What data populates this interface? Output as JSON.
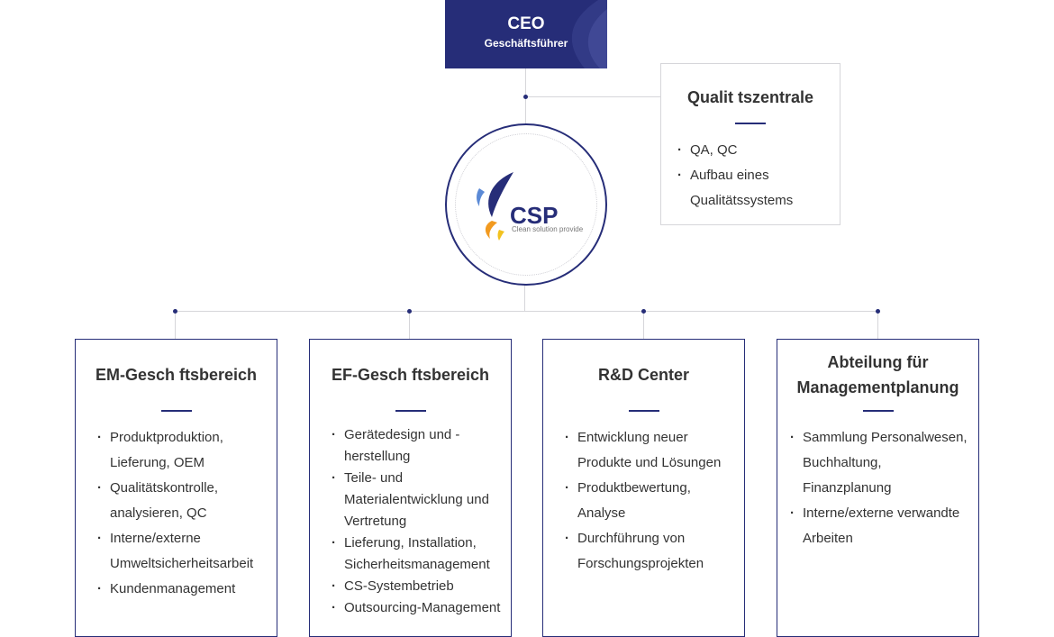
{
  "ceo": {
    "title": "CEO",
    "subtitle": "Geschäftsführer"
  },
  "quality": {
    "title": "Qualit tszentrale",
    "items": [
      "QA, QC",
      "Aufbau eines Qualitätssystems"
    ]
  },
  "logo": {
    "name": "CSP",
    "tagline": "Clean solution provide"
  },
  "departments": [
    {
      "title": "EM-Gesch ftsbereich",
      "items": [
        "Produktproduktion, Lieferung, OEM",
        "Qualitätskontrolle, analysieren, QC",
        "Interne/externe Umweltsicherheitsarbeit",
        "Kundenmanagement"
      ]
    },
    {
      "title": "EF-Gesch ftsbereich",
      "items": [
        "Gerätedesign und -herstellung",
        "Teile- und Materialentwicklung und Vertretung",
        "Lieferung, Installation, Sicherheitsmanagement",
        "CS-Systembetrieb",
        "Outsourcing-Management"
      ]
    },
    {
      "title": "R&D Center",
      "items": [
        "Entwicklung neuer Produkte und Lösungen",
        "Produktbewertung, Analyse",
        "Durchführung von Forschungsprojekten"
      ]
    },
    {
      "title": "Abteilung für Managementplanung",
      "items": [
        "Sammlung Personalwesen, Buchhaltung, Finanzplanung",
        "Interne/externe verwandte Arbeiten"
      ]
    }
  ],
  "colors": {
    "navy": "#262d78",
    "line": "#d6d6da",
    "text": "#333333"
  }
}
